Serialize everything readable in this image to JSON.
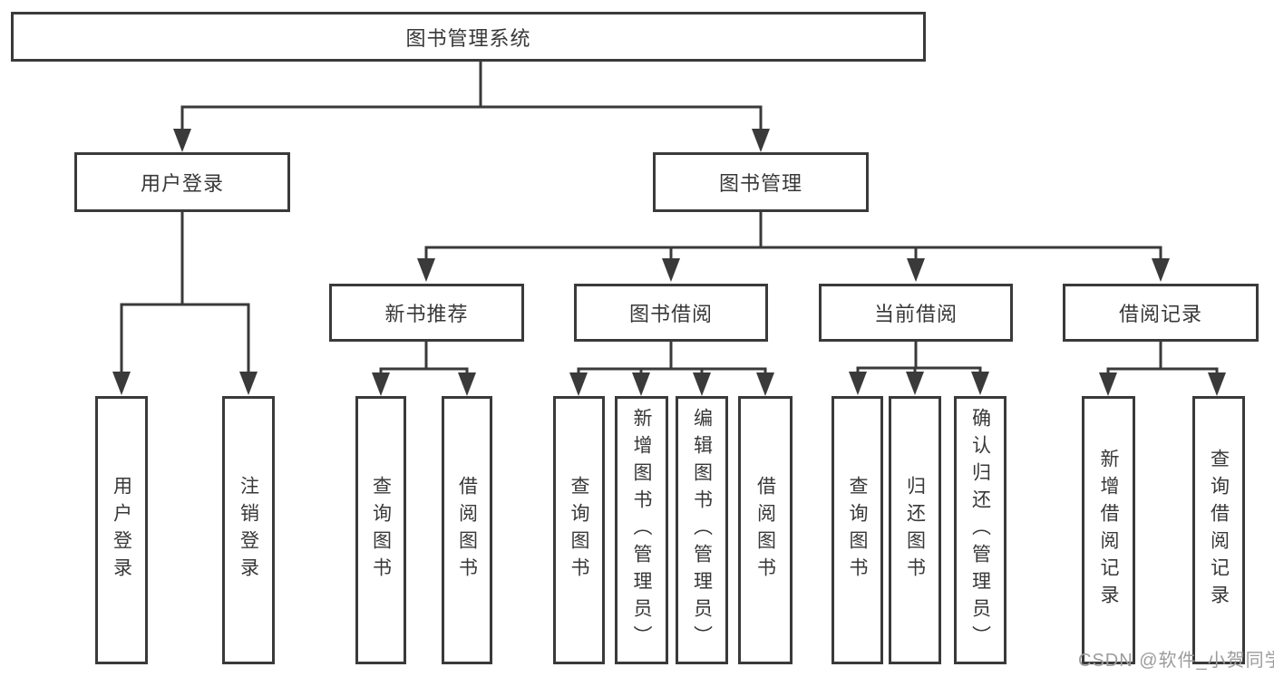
{
  "diagram": {
    "root": {
      "label": "图书管理系统"
    },
    "level2": [
      {
        "label": "用户登录"
      },
      {
        "label": "图书管理"
      }
    ],
    "level3": [
      {
        "label": "新书推荐"
      },
      {
        "label": "图书借阅"
      },
      {
        "label": "当前借阅"
      },
      {
        "label": "借阅记录"
      }
    ],
    "leaves": {
      "user_login": [
        {
          "label": "用户登录"
        },
        {
          "label": "注销登录"
        }
      ],
      "new_books": [
        {
          "label": "查询图书"
        },
        {
          "label": "借阅图书"
        }
      ],
      "book_borrow": [
        {
          "label": "查询图书"
        },
        {
          "label": "新增图书（管理员）"
        },
        {
          "label": "编辑图书（管理员）"
        },
        {
          "label": "借阅图书"
        }
      ],
      "current_borrow": [
        {
          "label": "查询图书"
        },
        {
          "label": "归还图书"
        },
        {
          "label": "确认归还（管理员）"
        }
      ],
      "borrow_records": [
        {
          "label": "新增借阅记录"
        },
        {
          "label": "查询借阅记录"
        }
      ]
    },
    "watermark": "CSDN @软件_小贺同学",
    "colors": {
      "line": "#3a3a3a",
      "text": "#383838",
      "box_background": "#ffffff",
      "watermark": "#9c9c9c"
    }
  }
}
